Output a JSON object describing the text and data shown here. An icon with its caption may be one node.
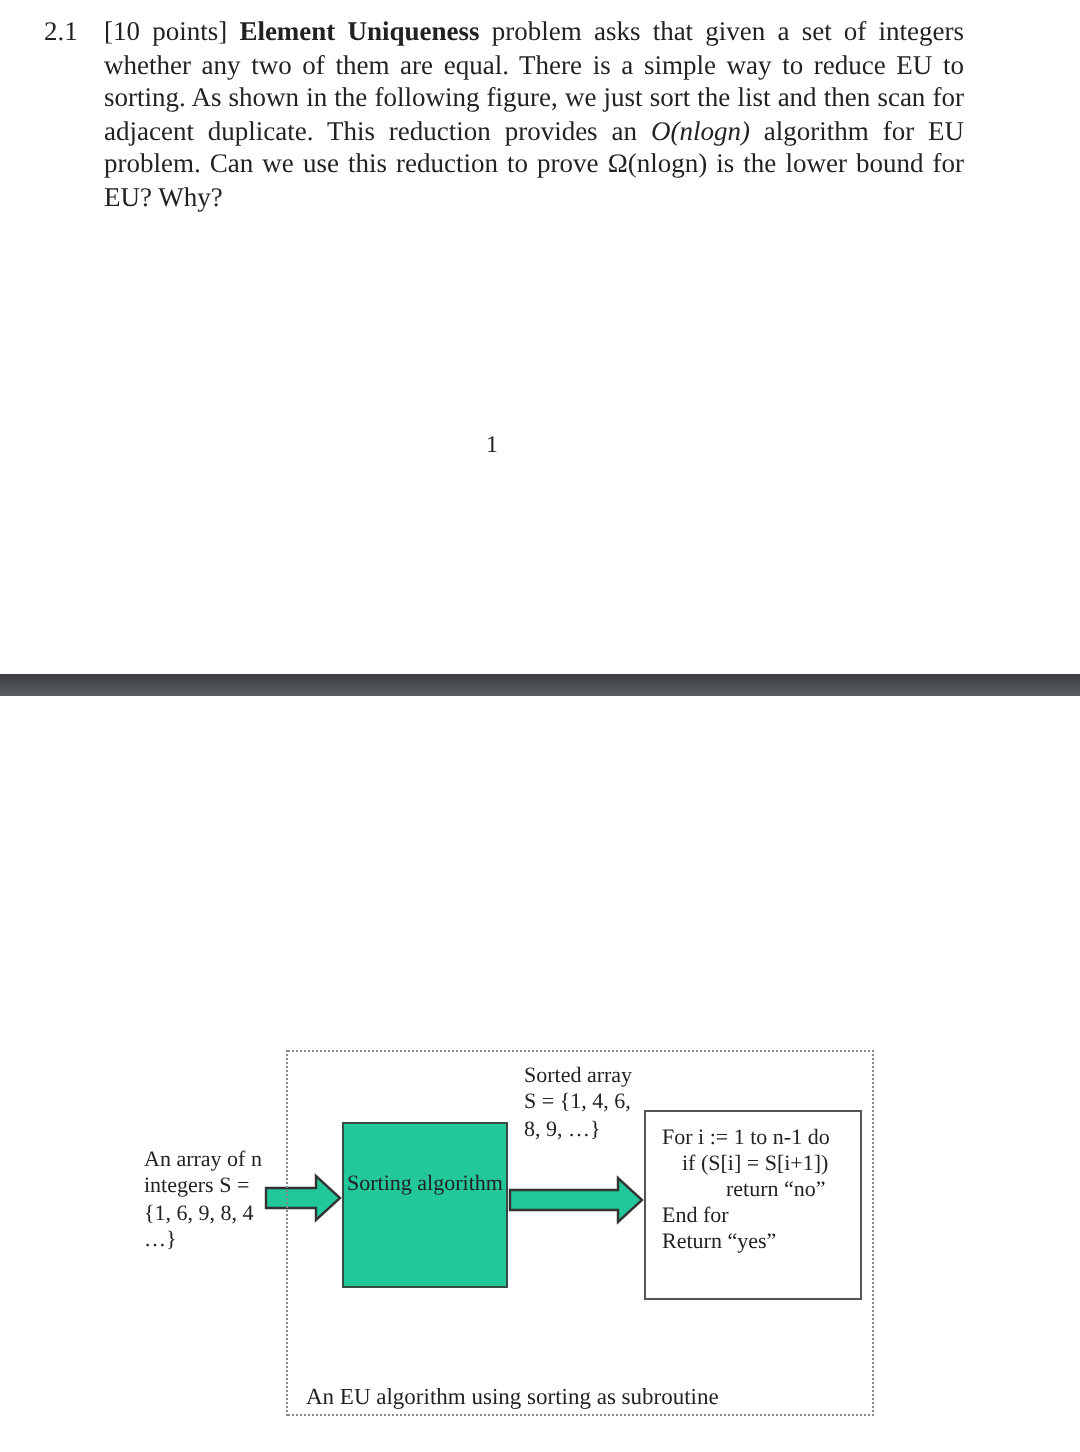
{
  "diagram": {
    "nodes": [
      {
        "text": [
          "An EU algorithm using sorting as subroutine"
        ]
      },
      {
        "text": [
          "An array of n integers S = {1, 6, 9, 8, 4 …}"
        ]
      },
      {
        "text": [
          "Sorting algorithm"
        ],
        "in": 0
      },
      {
        "text": [
          "For i := 1 to n-1 do",
          "if (S[i] = S[i+1])",
          "return “no”",
          "End for",
          "Return “yes”"
        ],
        "in": 0
      }
    ],
    "edges": [
      {
        "from": 1,
        "to": 2,
        "arrow": "to",
        "style": "thick"
      },
      {
        "from": 2,
        "to": 3,
        "arrow": "to",
        "style": "thick",
        "label": "Sorted array S = {1, 4, 6, 8, 9, …}"
      }
    ],
    "labels": [
      "2.1",
      "[10 points] **Element Uniqueness** problem asks that given a set of integers whether any two of them are equal. There is a simple way to reduce EU to sorting. As shown in the following figure, we just sort the list and then scan for adjacent duplicate. This reduction provides an *O(nlogn)* algorithm for EU problem. Can we use this reduction to prove Ω(nlogn) is the lower bound for EU? Why?",
      "1"
    ]
  }
}
